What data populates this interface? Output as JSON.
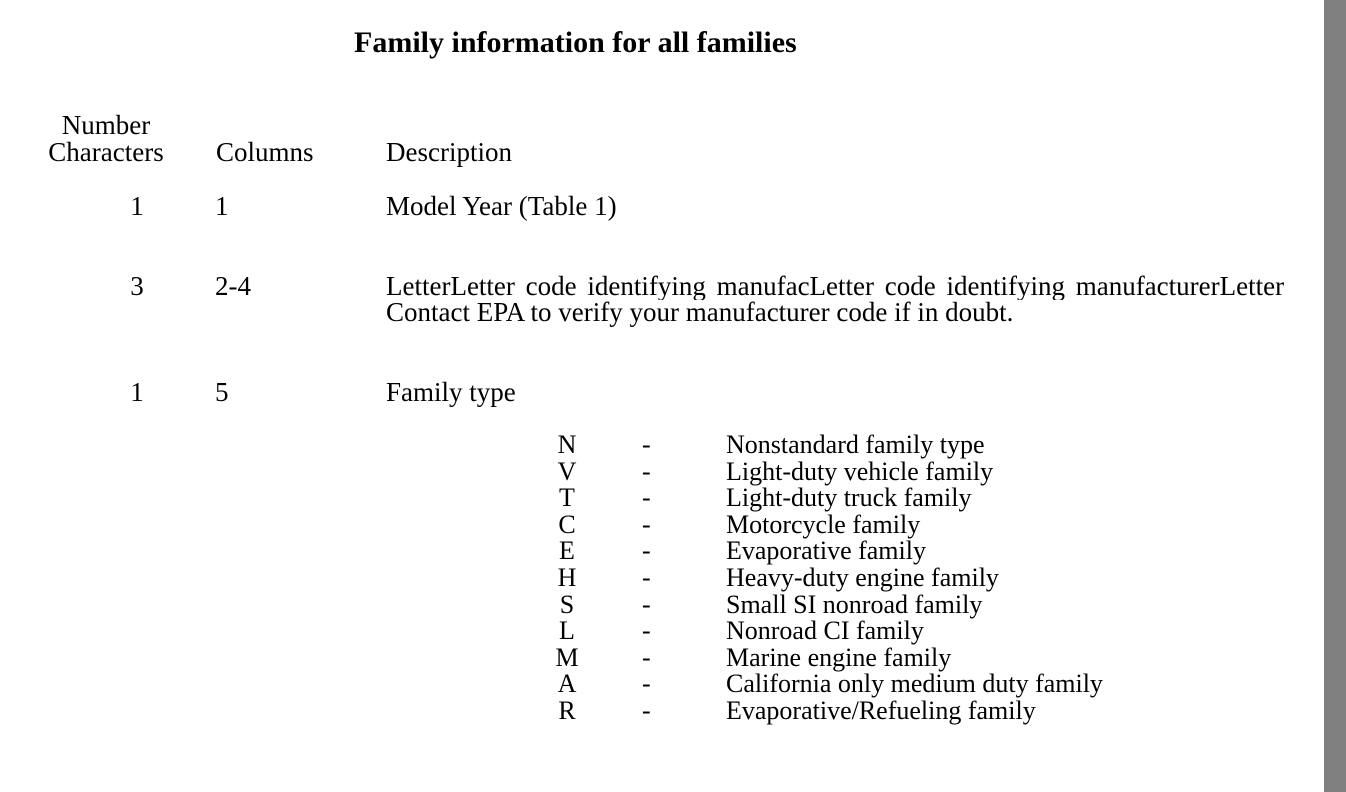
{
  "document": {
    "title": "Family information for all families",
    "headers": {
      "number_line1": "Number",
      "number_line2": "Characters",
      "columns": "Columns",
      "description": "Description"
    },
    "rows": [
      {
        "number": "1",
        "columns": "1",
        "description": "Model Year (Table 1)",
        "description_line2": ""
      },
      {
        "number": "3",
        "columns": "2-4",
        "description": "LetterLetter code identifying manufacLetter code identifying manufacturerLetter",
        "description_line2": "Contact EPA to verify your manufacturer code if in doubt."
      },
      {
        "number": "1",
        "columns": "5",
        "description": "Family type",
        "description_line2": ""
      }
    ],
    "family_types": [
      {
        "code": "N",
        "dash": "-",
        "label": "Nonstandard family type"
      },
      {
        "code": "V",
        "dash": "-",
        "label": "Light-duty vehicle family"
      },
      {
        "code": "T",
        "dash": "-",
        "label": "Light-duty truck family"
      },
      {
        "code": "C",
        "dash": "-",
        "label": "Motorcycle family"
      },
      {
        "code": "E",
        "dash": "-",
        "label": "Evaporative family"
      },
      {
        "code": "H",
        "dash": "-",
        "label": "Heavy-duty engine family"
      },
      {
        "code": "S",
        "dash": "-",
        "label": "Small SI nonroad family"
      },
      {
        "code": "L",
        "dash": "-",
        "label": "Nonroad CI family"
      },
      {
        "code": "M",
        "dash": "-",
        "label": "Marine engine family"
      },
      {
        "code": "A",
        "dash": "-",
        "label": "California only medium duty family"
      },
      {
        "code": "R",
        "dash": "-",
        "label": "Evaporative/Refueling family"
      }
    ]
  },
  "colors": {
    "background": "#ffffff",
    "text": "#000000",
    "scrollbar": "#808080"
  }
}
